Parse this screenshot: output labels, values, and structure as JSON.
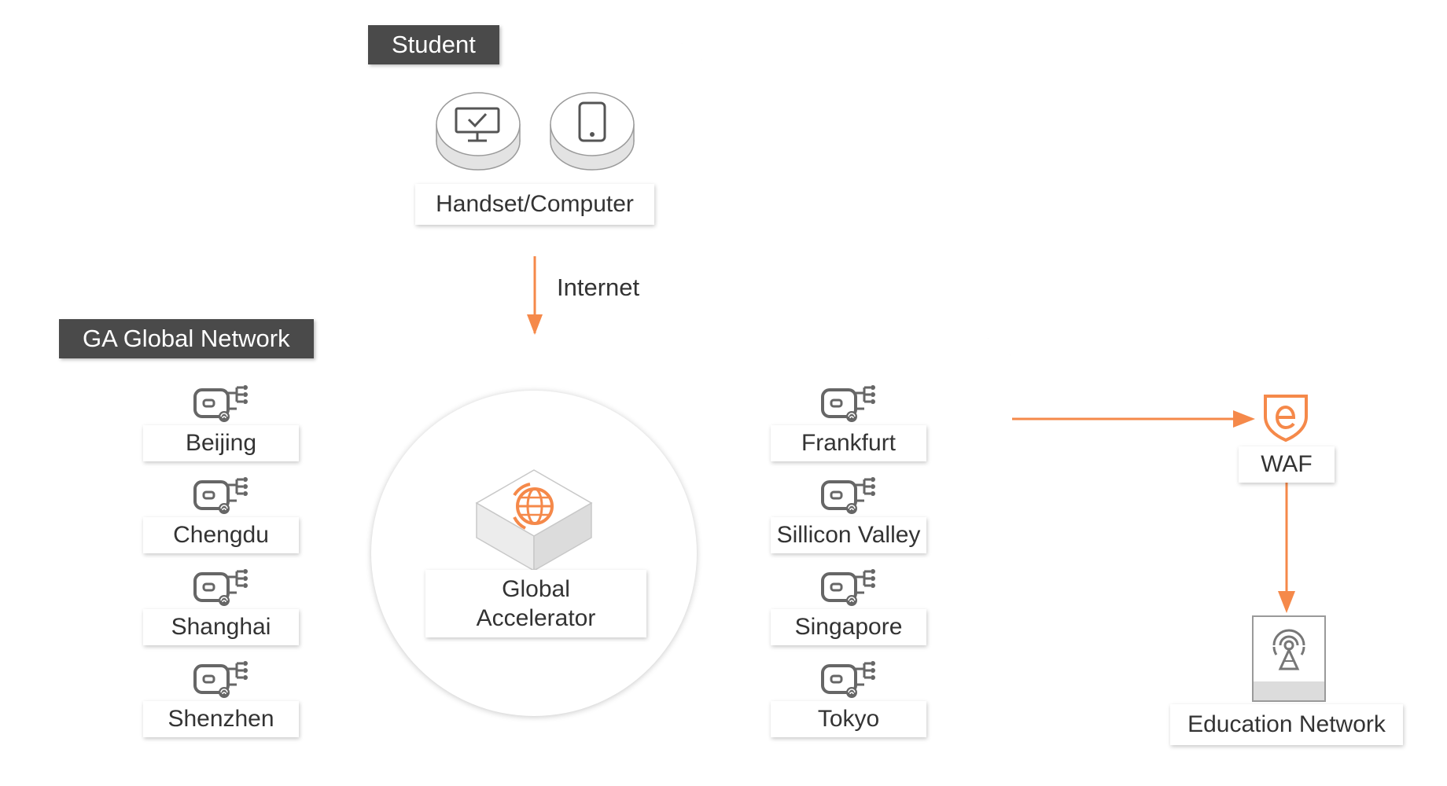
{
  "student": {
    "title": "Student",
    "device_label": "Handset/Computer",
    "devices": [
      {
        "icon": "monitor-check-icon"
      },
      {
        "icon": "phone-icon"
      }
    ]
  },
  "internet_label": "Internet",
  "ga_network": {
    "title": "GA Global Network",
    "core_label_line1": "Global",
    "core_label_line2": "Accelerator",
    "core_icon": "globe-accelerator-icon",
    "left_regions": [
      {
        "label": "Beijing",
        "icon": "access-point-icon"
      },
      {
        "label": "Chengdu",
        "icon": "access-point-icon"
      },
      {
        "label": "Shanghai",
        "icon": "access-point-icon"
      },
      {
        "label": "Shenzhen",
        "icon": "access-point-icon"
      }
    ],
    "right_regions": [
      {
        "label": "Frankfurt",
        "icon": "access-point-icon"
      },
      {
        "label": "Sillicon Valley",
        "icon": "access-point-icon"
      },
      {
        "label": "Singapore",
        "icon": "access-point-icon"
      },
      {
        "label": "Tokyo",
        "icon": "access-point-icon"
      }
    ]
  },
  "waf": {
    "label": "WAF",
    "icon": "waf-shield-icon"
  },
  "education": {
    "label": "Education Network",
    "icon": "broadcast-server-icon"
  },
  "colors": {
    "accent": "#f5894a",
    "tag_bg": "#4a4a4a",
    "icon_gray": "#666666",
    "panel_shadow": "#d0d0d0"
  }
}
